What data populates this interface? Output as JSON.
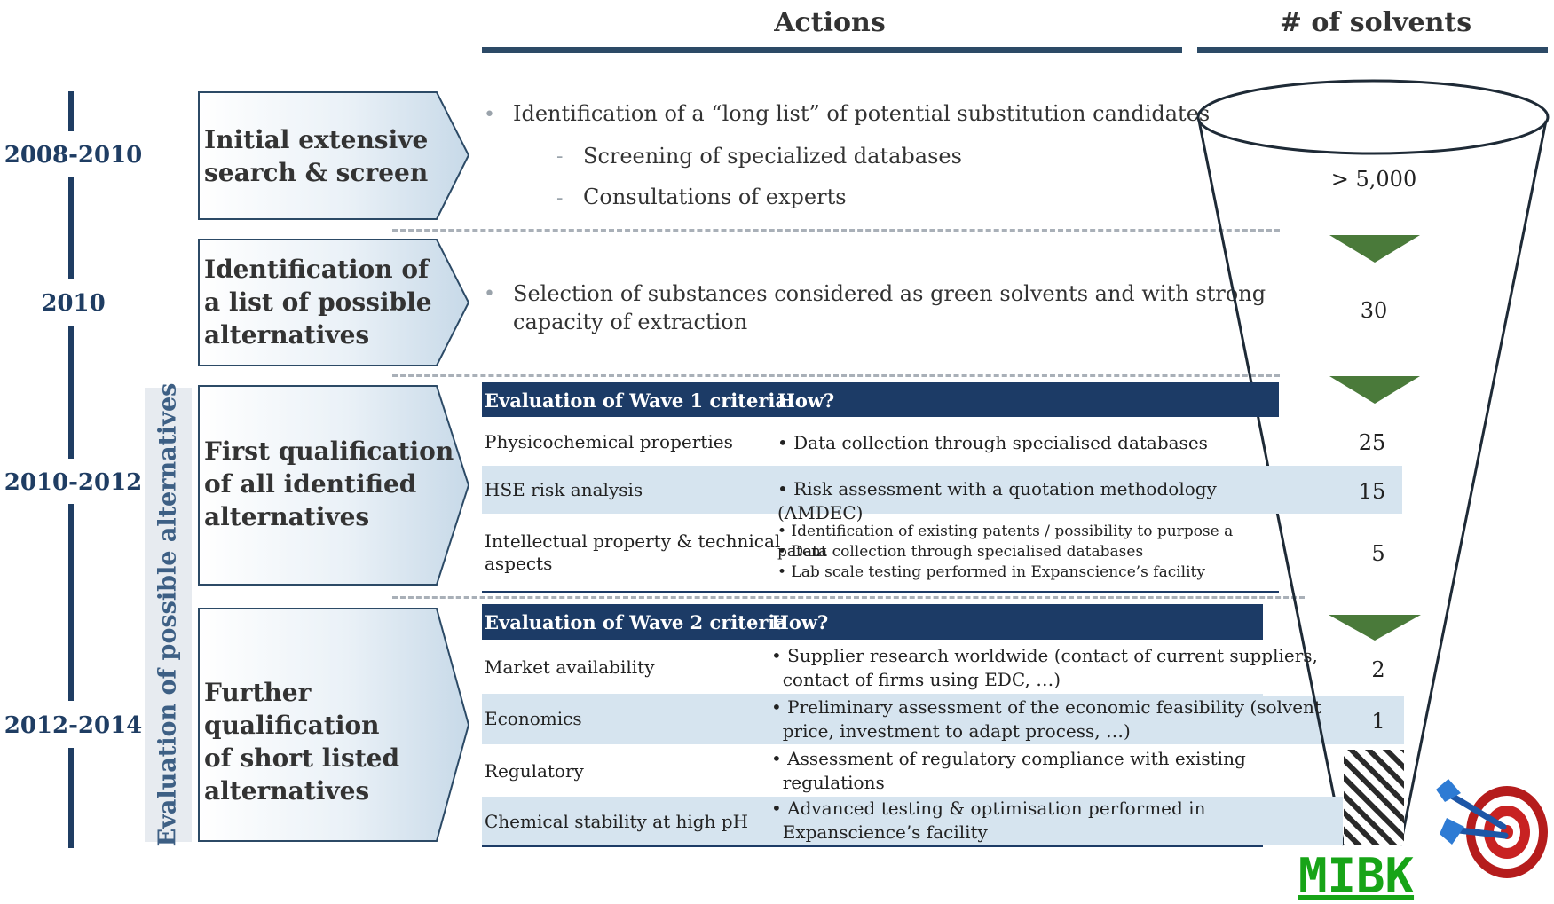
{
  "headers": {
    "actions": "Actions",
    "solvents": "# of solvents"
  },
  "side_label": "Evaluation of possible alternatives",
  "timeline": [
    "2008-2010",
    "2010",
    "2010-2012",
    "2012-2014"
  ],
  "stages": [
    {
      "lines": [
        "Initial extensive",
        "search & screen"
      ]
    },
    {
      "lines": [
        "Identification of",
        "a list of possible",
        "alternatives"
      ]
    },
    {
      "lines": [
        "First qualification",
        "of all identified",
        "alternatives"
      ]
    },
    {
      "lines": [
        "Further qualification",
        "of short listed",
        "alternatives"
      ]
    }
  ],
  "stage1": {
    "bullet": "Identification of a “long list” of potential substitution candidates",
    "subs": [
      "Screening of specialized databases",
      "Consultations of experts"
    ]
  },
  "stage2": {
    "bullet_lines": [
      "Selection of substances considered as green solvents and with strong",
      "capacity of extraction"
    ]
  },
  "wave1": {
    "header": "Evaluation of Wave 1 criteria",
    "how": "How?",
    "rows": [
      {
        "criterion": [
          "Physicochemical properties"
        ],
        "how": [
          "• Data collection through specialised databases"
        ]
      },
      {
        "criterion": [
          "HSE risk analysis"
        ],
        "how": [
          "• Risk assessment with a quotation methodology (AMDEC)"
        ]
      },
      {
        "criterion": [
          "Intellectual property & technical",
          "aspects"
        ],
        "how": [
          "• Identification of existing patents / possibility to purpose a patent",
          "• Data collection through specialised databases",
          "• Lab scale testing performed in Expanscience’s facility"
        ]
      }
    ]
  },
  "wave2": {
    "header": "Evaluation of Wave 2 criteria",
    "how": "How?",
    "rows": [
      {
        "criterion": [
          "Market availability"
        ],
        "how": [
          "• Supplier research worldwide (contact of current suppliers,",
          "  contact of firms using EDC, …)"
        ]
      },
      {
        "criterion": [
          "Economics"
        ],
        "how": [
          "• Preliminary assessment of the economic feasibility (solvent",
          "  price, investment to adapt process, …)"
        ]
      },
      {
        "criterion": [
          "Regulatory"
        ],
        "how": [
          "• Assessment of regulatory compliance with existing",
          "  regulations"
        ]
      },
      {
        "criterion": [
          "Chemical stability at high pH"
        ],
        "how": [
          "• Advanced testing & optimisation performed in",
          "  Expanscience’s facility"
        ]
      }
    ]
  },
  "counts": [
    "> 5,000",
    "30",
    "25",
    "15",
    "5",
    "2",
    "1"
  ],
  "colors": {
    "navy": "#1c3b66",
    "light_blue": "#d6e4ef",
    "arrow_green": "#4a7a3a",
    "result_green": "#17a417"
  },
  "icons": [
    "target-darts-icon"
  ],
  "result": "MIBK"
}
